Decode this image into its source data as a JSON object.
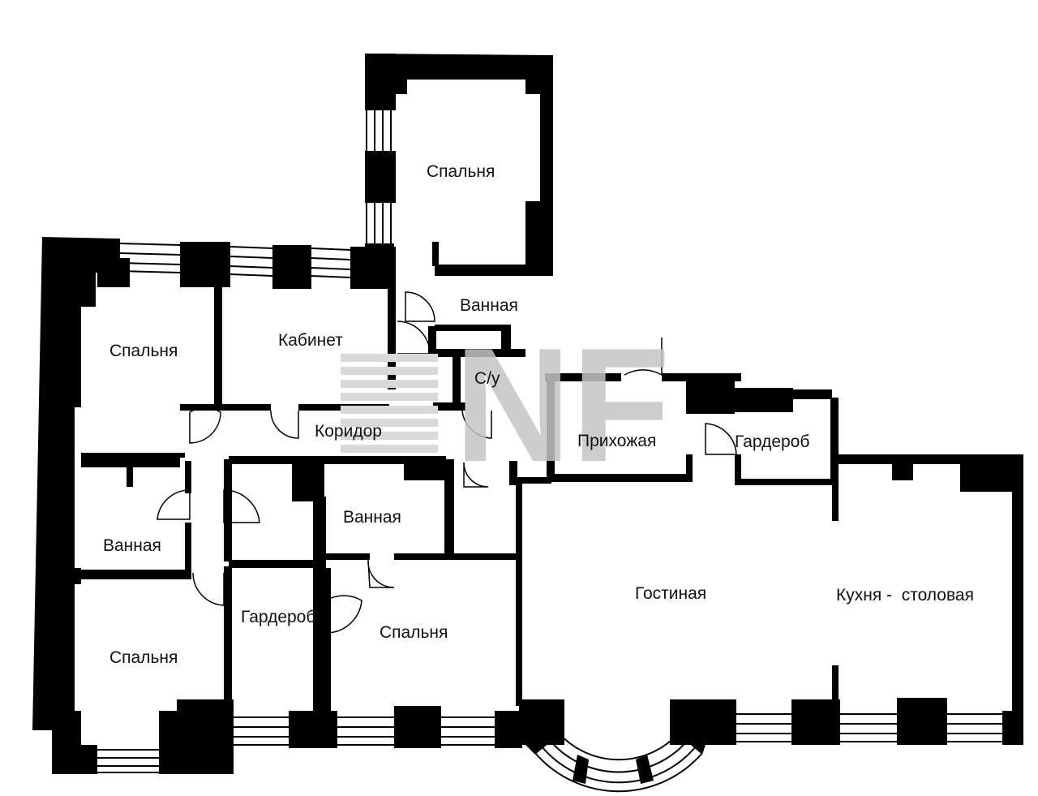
{
  "rooms": {
    "bedroom_top": "Спальня",
    "bath_top": "Ванная",
    "bedroom_left": "Спальня",
    "study": "Кабинет",
    "wc": "С/у",
    "corridor": "Коридор",
    "hallway": "Прихожая",
    "wardrobe_right": "Гардероб",
    "bath_mid": "Ванная",
    "bath_left": "Ванная",
    "wardrobe_left": "Гардероб",
    "bedroom_bottom_mid": "Спальня",
    "bedroom_bottom_left": "Спальня",
    "living": "Гостиная",
    "kitchen": "Кухня -  столовая"
  },
  "watermark": {
    "text": "NF",
    "color": "#c4c4c4"
  },
  "colors": {
    "wall": "#000000",
    "background": "#ffffff"
  }
}
